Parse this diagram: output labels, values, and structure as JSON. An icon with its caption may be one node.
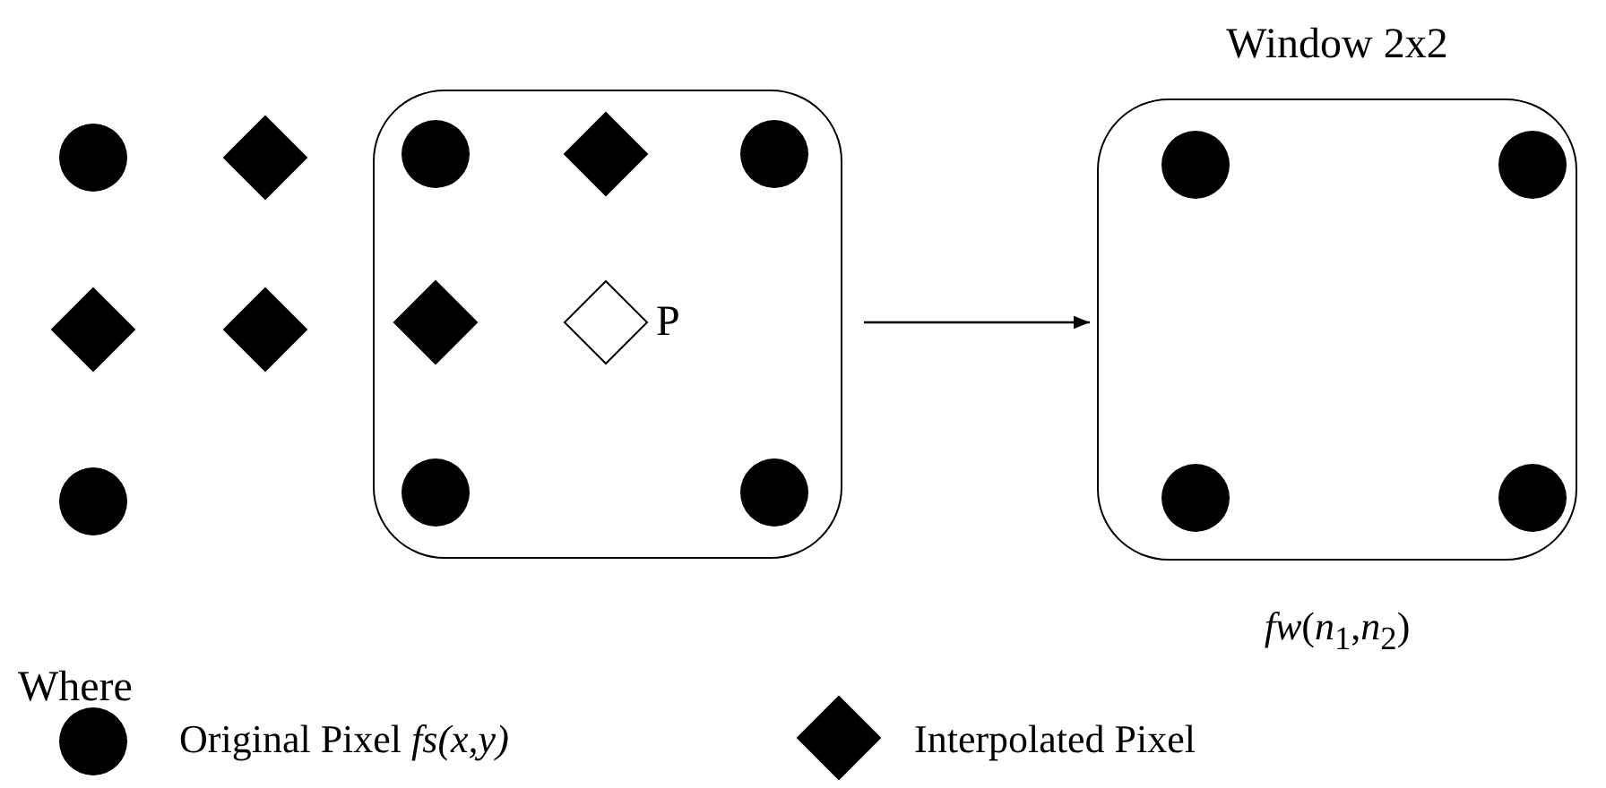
{
  "diagram": {
    "nodes": [
      {
        "text": [],
        "shape": "box"
      },
      {
        "text": [
          "Window 2x2"
        ],
        "beside": [
          "*fw*(*n*$_{1}$,*n*$_{2}$)"
        ]
      }
    ],
    "edges": [
      {
        "from": 0,
        "to": 1,
        "arrow": "to"
      }
    ],
    "labels": [
      "P",
      "Where"
    ],
    "legend": [
      {
        "text": "Original Pixel *fs(x,y)*"
      },
      {
        "text": "Interpolated Pixel"
      }
    ]
  }
}
